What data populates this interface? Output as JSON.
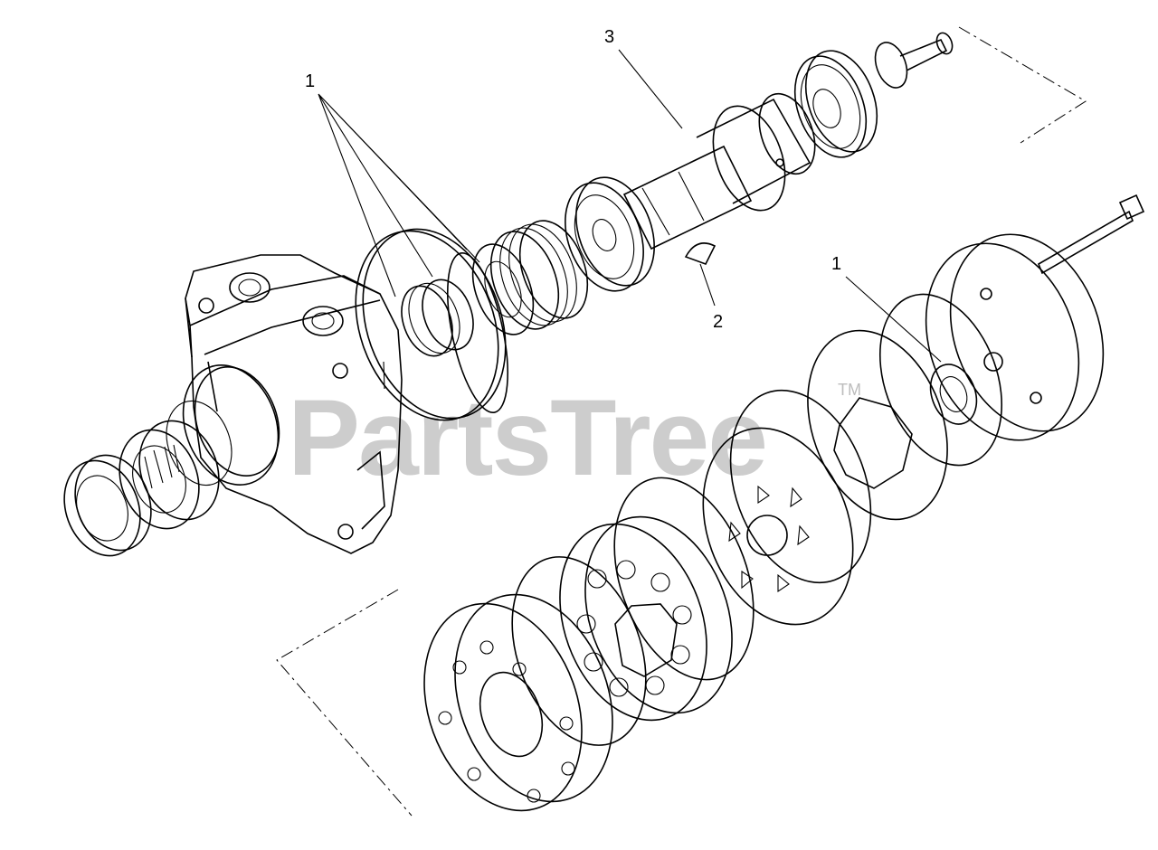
{
  "callouts": {
    "c1a": "1",
    "c1b": "1",
    "c2": "2",
    "c3": "3"
  },
  "watermark": {
    "text": "PartsTree",
    "tm": "TM"
  }
}
